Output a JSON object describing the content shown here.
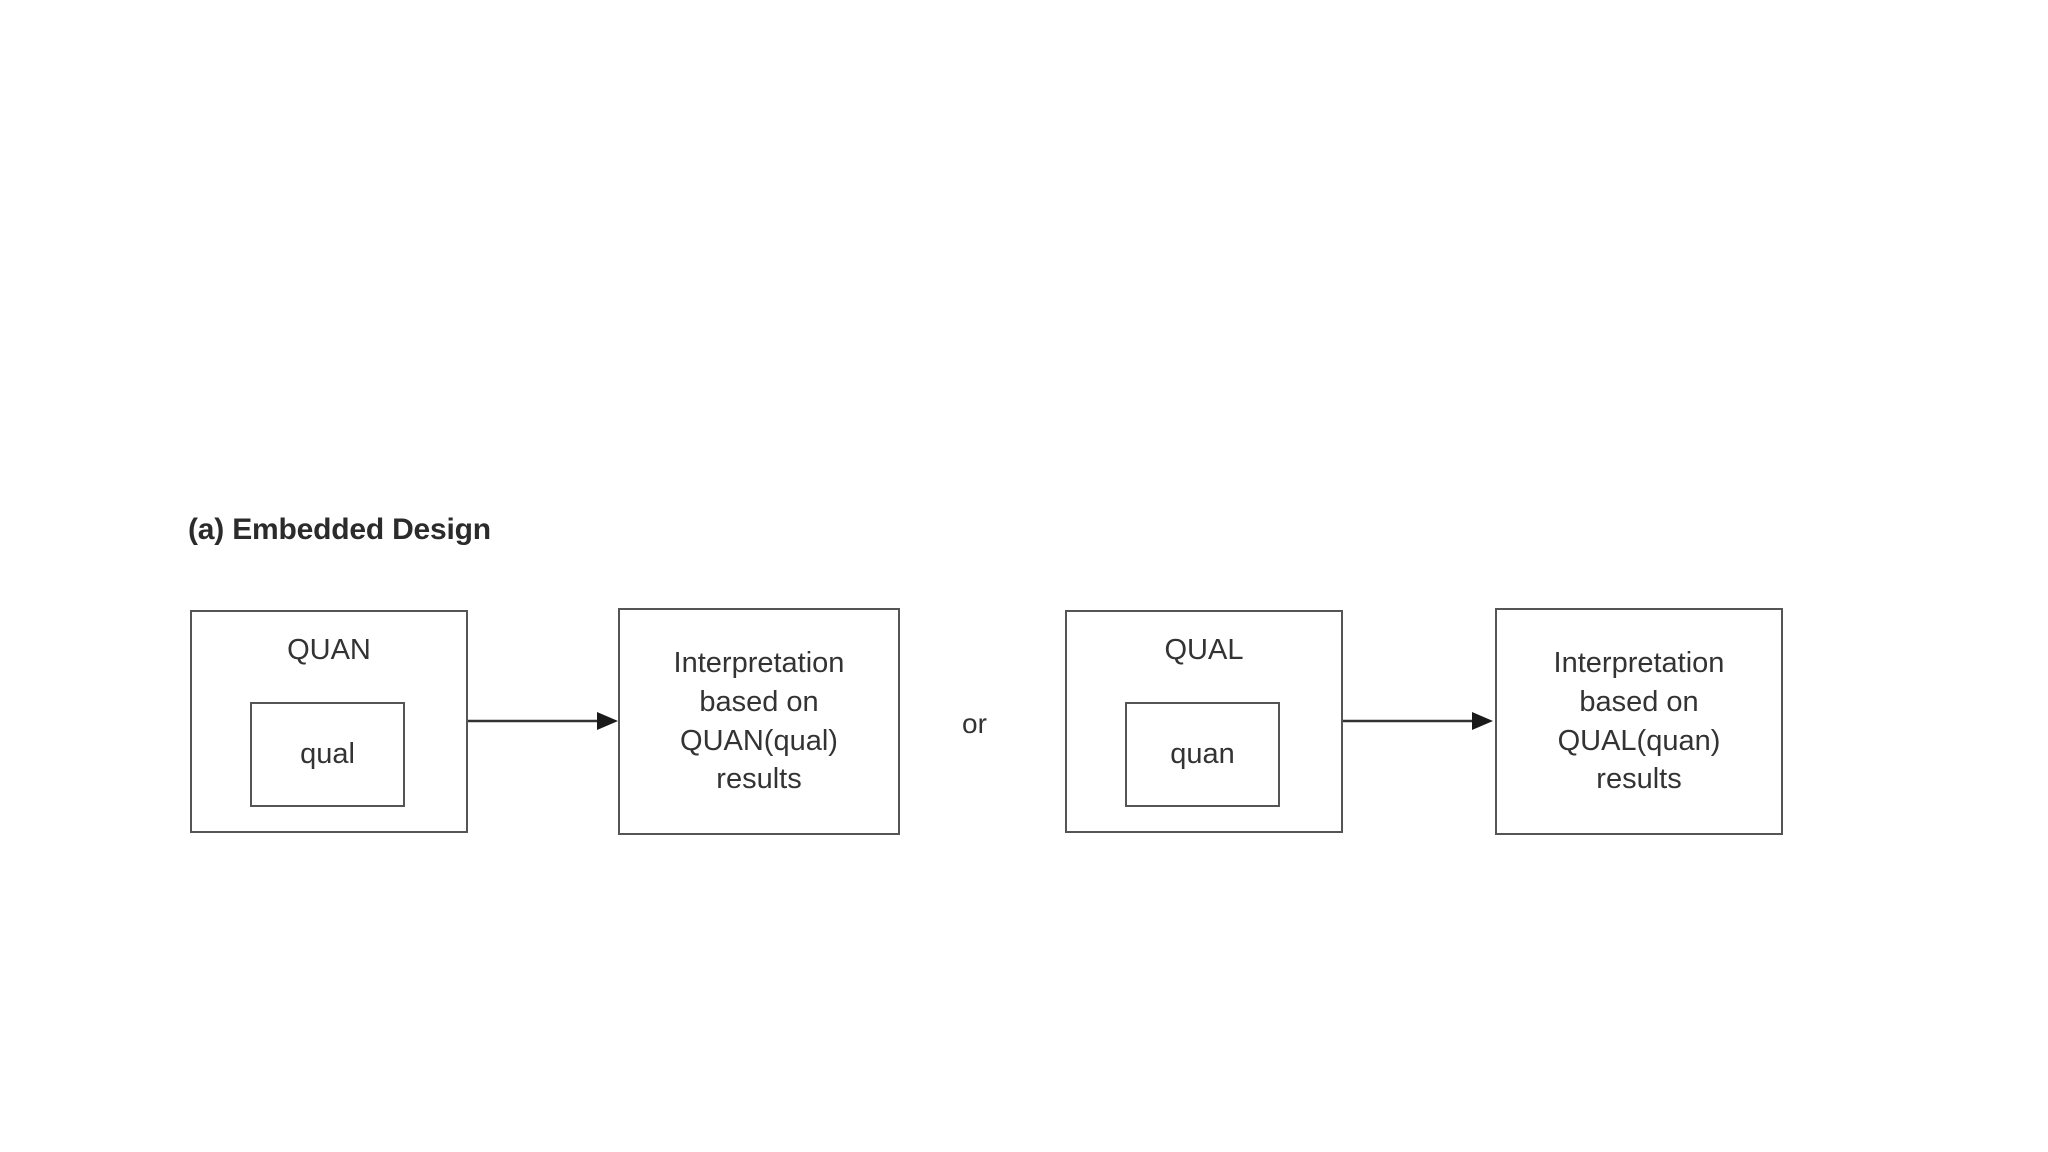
{
  "figure": {
    "title": "(a) Embedded Design",
    "background_color": "#ffffff",
    "line_color": "#555555",
    "text_color": "#333333",
    "title_color": "#2b2b2b"
  },
  "diagram": {
    "type": "flowchart",
    "description": "Embedded mixed-methods design: two alternative sequences separated by 'or'",
    "connector_label": "or",
    "branches": [
      {
        "name": "quan-dominant",
        "source": {
          "outer_label": "QUAN",
          "inner_label": "qual"
        },
        "target": {
          "text": "Interpretation\nbased on\nQUAN(qual)\nresults"
        },
        "arrow": "right-arrow"
      },
      {
        "name": "qual-dominant",
        "source": {
          "outer_label": "QUAL",
          "inner_label": "quan"
        },
        "target": {
          "text": "Interpretation\nbased on\nQUAL(quan)\nresults"
        },
        "arrow": "right-arrow"
      }
    ]
  }
}
